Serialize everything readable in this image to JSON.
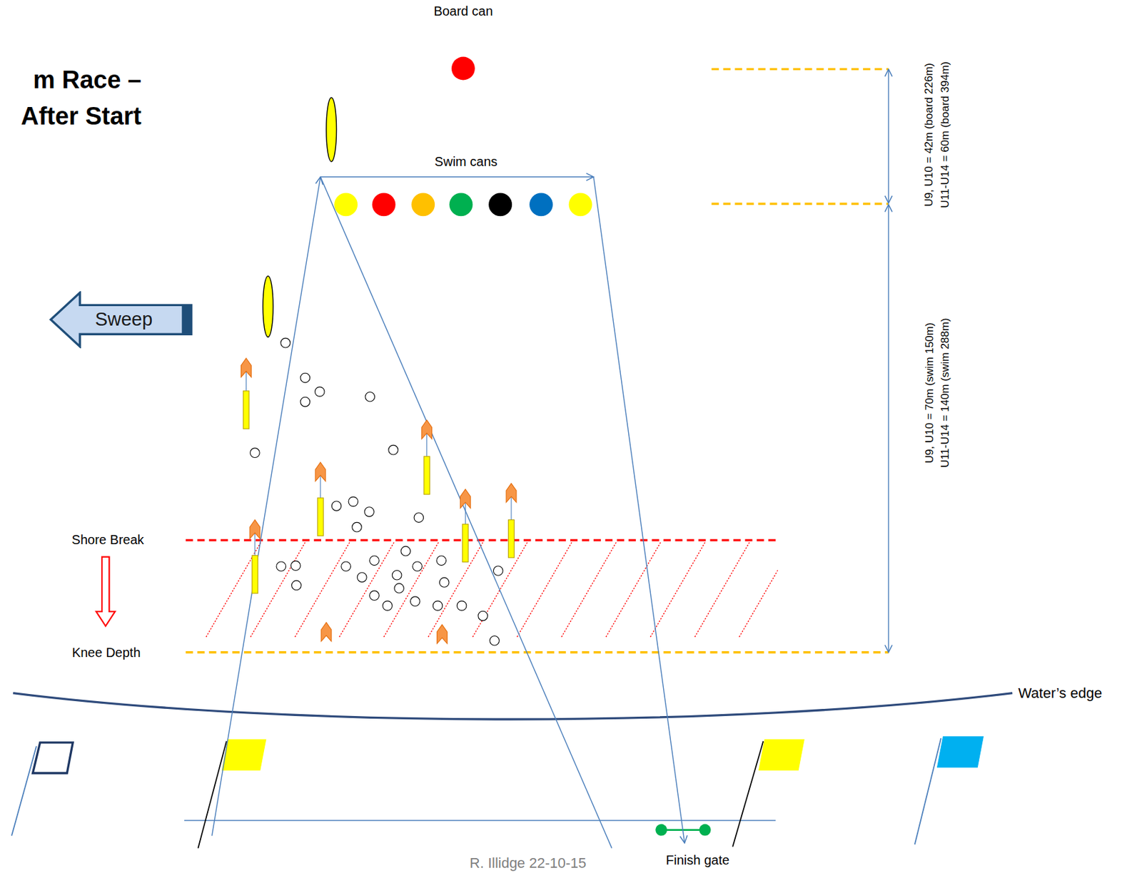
{
  "diagram": {
    "title": "m Race – After Start",
    "nodes": [
      {
        "text": [
          "Sweep"
        ]
      }
    ],
    "labels": [
      "Board can",
      "Swim cans",
      "U9, U10 = 42m (board 226m)",
      "U11-U14 = 60m (board 394m)",
      "U9, U10 = 70m (swim 150m)",
      "U11-U14 = 140m (swim 288m)",
      "Shore Break",
      "Knee Depth",
      "Water’s edge",
      "R. Illidge 22-10-15",
      "Finish gate"
    ]
  }
}
